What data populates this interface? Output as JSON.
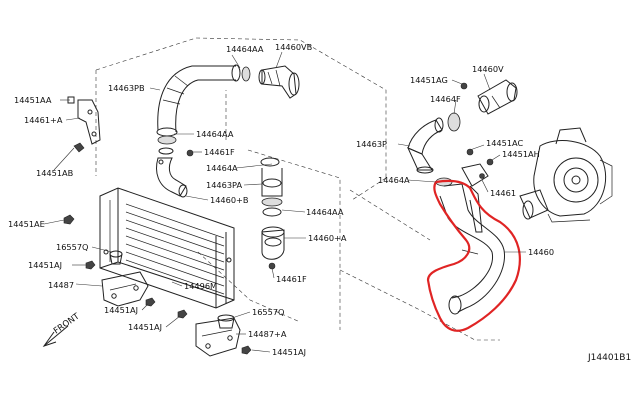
{
  "diagram_code": "J14401B1",
  "front_label": "FRONT",
  "labels": [
    {
      "id": "14464AA_top",
      "text": "14464AA"
    },
    {
      "id": "14460VB",
      "text": "14460VB"
    },
    {
      "id": "14463PB",
      "text": "14463PB"
    },
    {
      "id": "14451AA",
      "text": "14451AA"
    },
    {
      "id": "14461A_left",
      "text": "14461+A"
    },
    {
      "id": "14451AB",
      "text": "14451AB"
    },
    {
      "id": "14464AA_mid",
      "text": "14464AA"
    },
    {
      "id": "14461F_top",
      "text": "14461F"
    },
    {
      "id": "14464A_mid",
      "text": "14464A"
    },
    {
      "id": "14463PA",
      "text": "14463PA"
    },
    {
      "id": "14460B",
      "text": "14460+B"
    },
    {
      "id": "14464AA_right",
      "text": "14464AA"
    },
    {
      "id": "14460A",
      "text": "14460+A"
    },
    {
      "id": "14461F_low",
      "text": "14461F"
    },
    {
      "id": "14451AE",
      "text": "14451AE"
    },
    {
      "id": "16557Q_left",
      "text": "16557Q"
    },
    {
      "id": "14451AJ_left",
      "text": "14451AJ"
    },
    {
      "id": "14487",
      "text": "14487"
    },
    {
      "id": "14496M",
      "text": "14496M"
    },
    {
      "id": "14451AJ_mid",
      "text": "14451AJ"
    },
    {
      "id": "14451AJ_bot",
      "text": "14451AJ"
    },
    {
      "id": "16557Q_right",
      "text": "16557Q"
    },
    {
      "id": "14487A",
      "text": "14487+A"
    },
    {
      "id": "14451AJ_right",
      "text": "14451AJ"
    },
    {
      "id": "14451AG",
      "text": "14451AG"
    },
    {
      "id": "14460V",
      "text": "14460V"
    },
    {
      "id": "14464F",
      "text": "14464F"
    },
    {
      "id": "14463P",
      "text": "14463P"
    },
    {
      "id": "14451AC",
      "text": "14451AC"
    },
    {
      "id": "14451AH",
      "text": "14451AH"
    },
    {
      "id": "14464A_right",
      "text": "14464A"
    },
    {
      "id": "14461",
      "text": "14461"
    },
    {
      "id": "14460",
      "text": "14460"
    }
  ],
  "highlight": {
    "color": "#e02424",
    "target_part": "14460"
  }
}
